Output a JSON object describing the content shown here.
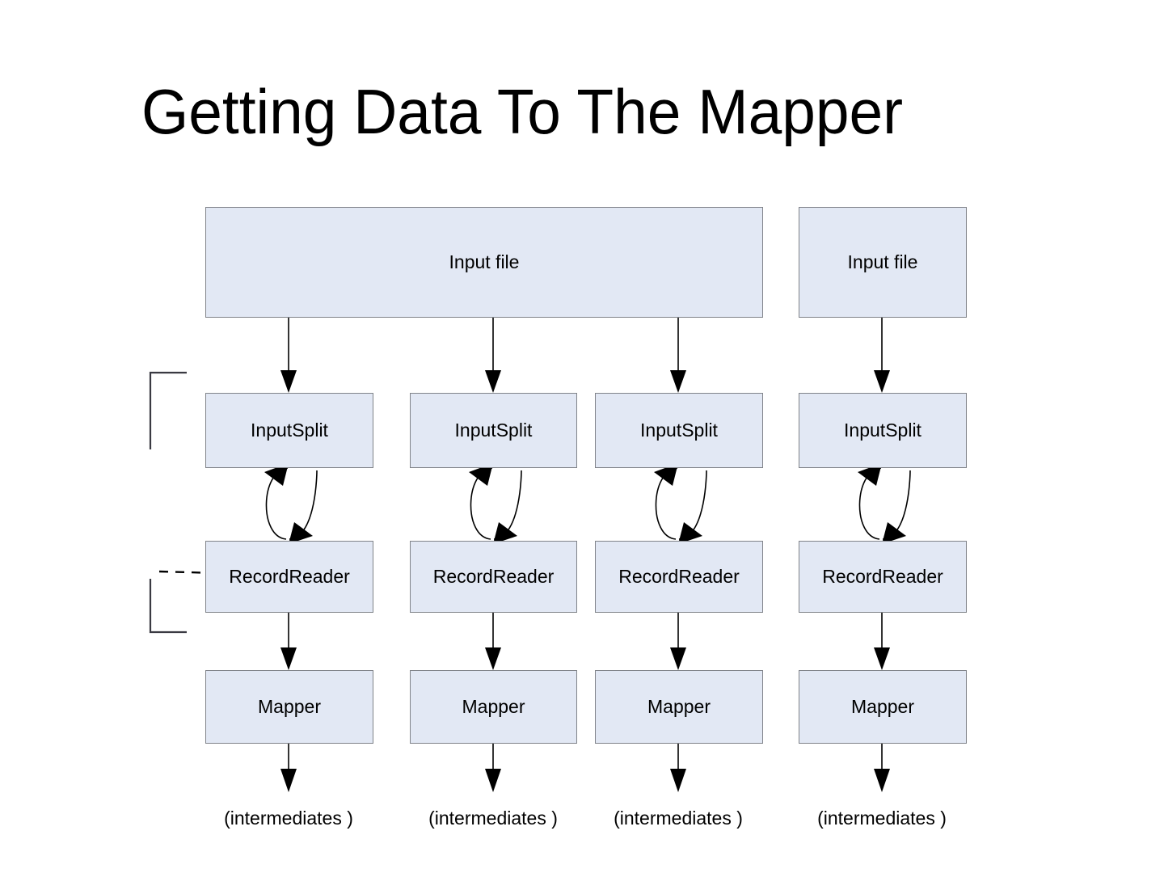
{
  "slide": {
    "title": "Getting Data To The Mapper",
    "background_color": "#ffffff",
    "node_fill_color": "#e2e8f4",
    "node_border_color": "#808389",
    "connector_color": "#000000"
  },
  "diagram": {
    "type": "flow-diagram",
    "orientation": "top-to-bottom",
    "row_labels": [
      "Input file",
      "InputSplit",
      "RecordReader",
      "Mapper",
      "(intermediates )"
    ],
    "columns": [
      {
        "index": 1,
        "input_file": "Input file",
        "input_split": "InputSplit",
        "record_reader": "RecordReader",
        "mapper": "Mapper",
        "output": "(intermediates )"
      },
      {
        "index": 2,
        "input_file": "Input file",
        "input_split": "InputSplit",
        "record_reader": "RecordReader",
        "mapper": "Mapper",
        "output": "(intermediates )"
      },
      {
        "index": 3,
        "input_file": "Input file",
        "input_split": "InputSplit",
        "record_reader": "RecordReader",
        "mapper": "Mapper",
        "output": "(intermediates )"
      },
      {
        "index": 4,
        "input_file": "Input file",
        "input_split": "InputSplit",
        "record_reader": "RecordReader",
        "mapper": "Mapper",
        "output": "(intermediates )"
      }
    ],
    "input_files": [
      {
        "label": "Input file",
        "spans_columns": [
          1,
          2,
          3
        ]
      },
      {
        "label": "Input file",
        "spans_columns": [
          4
        ]
      }
    ],
    "connectors": {
      "input_file_to_input_split": "arrow-down",
      "input_split_to_record_reader": "bidirectional-loop",
      "record_reader_to_mapper": "arrow-down",
      "mapper_to_intermediates": "arrow-down"
    },
    "annotations": {
      "top_bracket": "bracket",
      "bottom_bracket": "bracket",
      "dashed_pointer": "dashed-line"
    }
  }
}
